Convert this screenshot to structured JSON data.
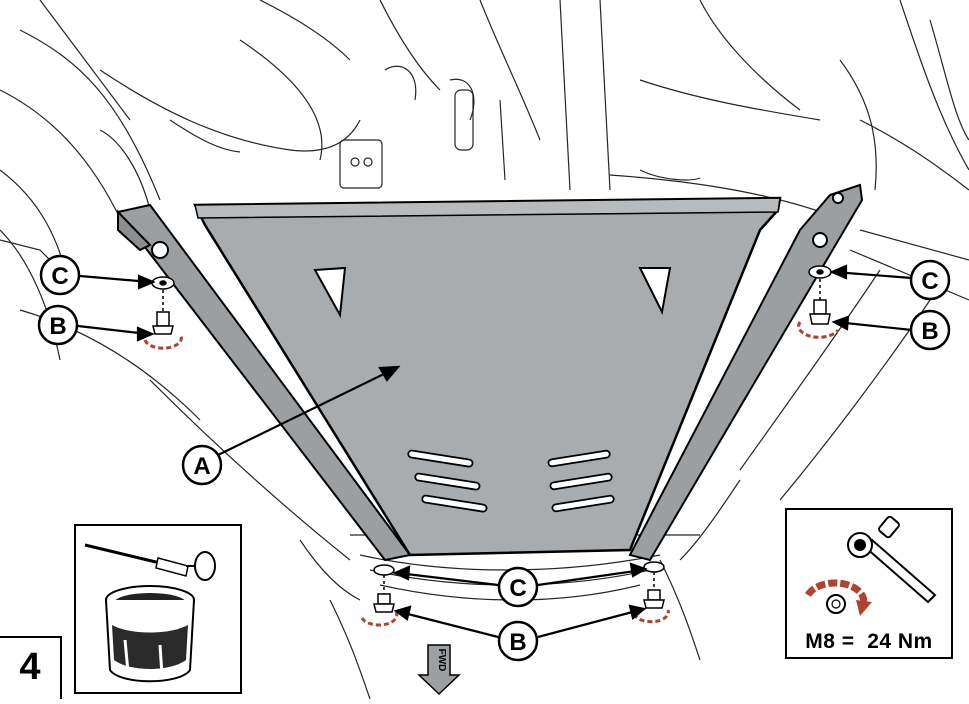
{
  "callouts": {
    "a": "A",
    "b": "B",
    "c": "C"
  },
  "step": "4",
  "forward_arrow": "FWD",
  "torque_spec": {
    "bolt_size": "M8 =",
    "torque": "24 Nm"
  },
  "colors": {
    "skid_plate": "#a9acae",
    "line": "#000000",
    "arrow_dash": "#b0422e",
    "background": "#ffffff"
  },
  "icons": [
    "paint-brush-icon",
    "threadlocker-pot-icon",
    "torque-wrench-icon",
    "rotation-arrow-icon"
  ]
}
